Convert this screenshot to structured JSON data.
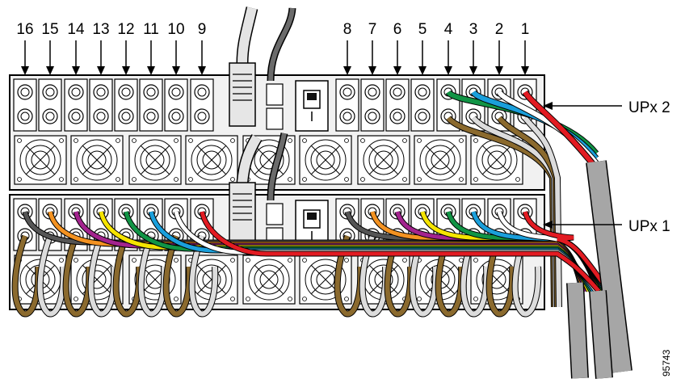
{
  "diagram": {
    "port_numbers_left": [
      "16",
      "15",
      "14",
      "13",
      "12",
      "11",
      "10",
      "9"
    ],
    "port_numbers_right": [
      "8",
      "7",
      "6",
      "5",
      "4",
      "3",
      "2",
      "1"
    ],
    "callouts": {
      "upper": "UPx 2",
      "lower": "UPx 1"
    },
    "figure_id": "95743",
    "cable_colors": {
      "upx1": [
        "#555555",
        "#f39221",
        "#a3238e",
        "#f5e400",
        "#119445",
        "#1a9fdb",
        "#ffffff",
        "#e21b22"
      ],
      "upx2": [
        "#119445",
        "#1a9fdb",
        "#ffffff",
        "#e21b22"
      ],
      "return_loop": "#8b6a2e",
      "jacket": "#a6a6a6"
    }
  }
}
